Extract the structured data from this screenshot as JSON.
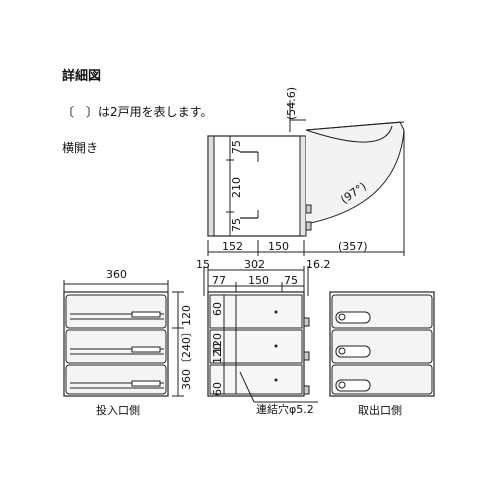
{
  "header": {
    "title": "詳細図",
    "note": "〔　〕は2戸用を表します。",
    "subtitle": "横開き"
  },
  "side_view": {
    "top_dim": "(54.6)",
    "heights": [
      "75",
      "210",
      "75"
    ],
    "widths": [
      "152",
      "150"
    ],
    "depth": "(357)",
    "angle": "(97°)"
  },
  "bottom": {
    "front_width": "360",
    "front_heights": [
      "120",
      "360〔240〕"
    ],
    "top_dims": [
      "15",
      "302",
      "16.2"
    ],
    "inner_dims": [
      "77",
      "150",
      "75"
    ],
    "back_heights": [
      "60",
      "120",
      "120",
      "60"
    ],
    "hole_label": "連結穴φ5.2",
    "caption_left": "投入口側",
    "caption_right": "取出口側"
  }
}
